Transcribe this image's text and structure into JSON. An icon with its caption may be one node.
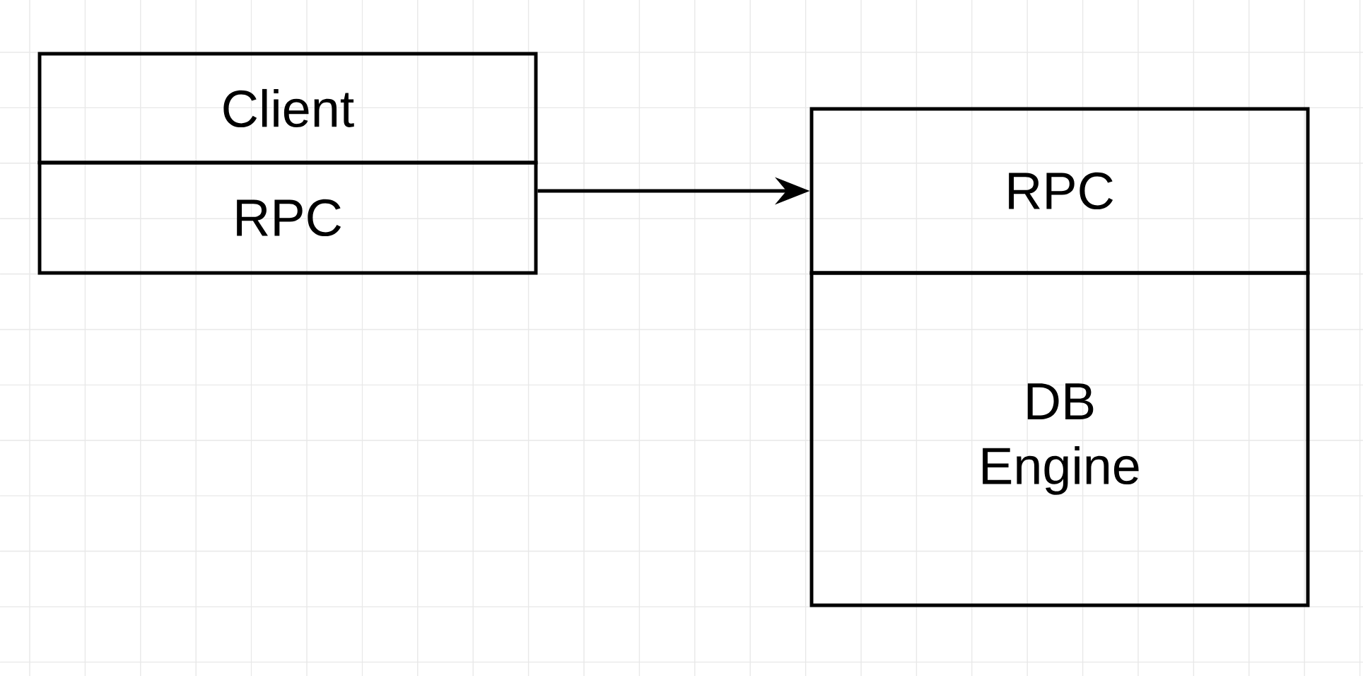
{
  "diagram": {
    "nodes": [
      {
        "text": [
          "Client"
        ]
      },
      {
        "text": [
          "RPC"
        ]
      },
      {
        "text": [
          "RPC"
        ]
      },
      {
        "text": [
          "DB Engine"
        ]
      }
    ],
    "edges": [
      {
        "from": 1,
        "to": 2,
        "arrow": "to"
      }
    ]
  }
}
